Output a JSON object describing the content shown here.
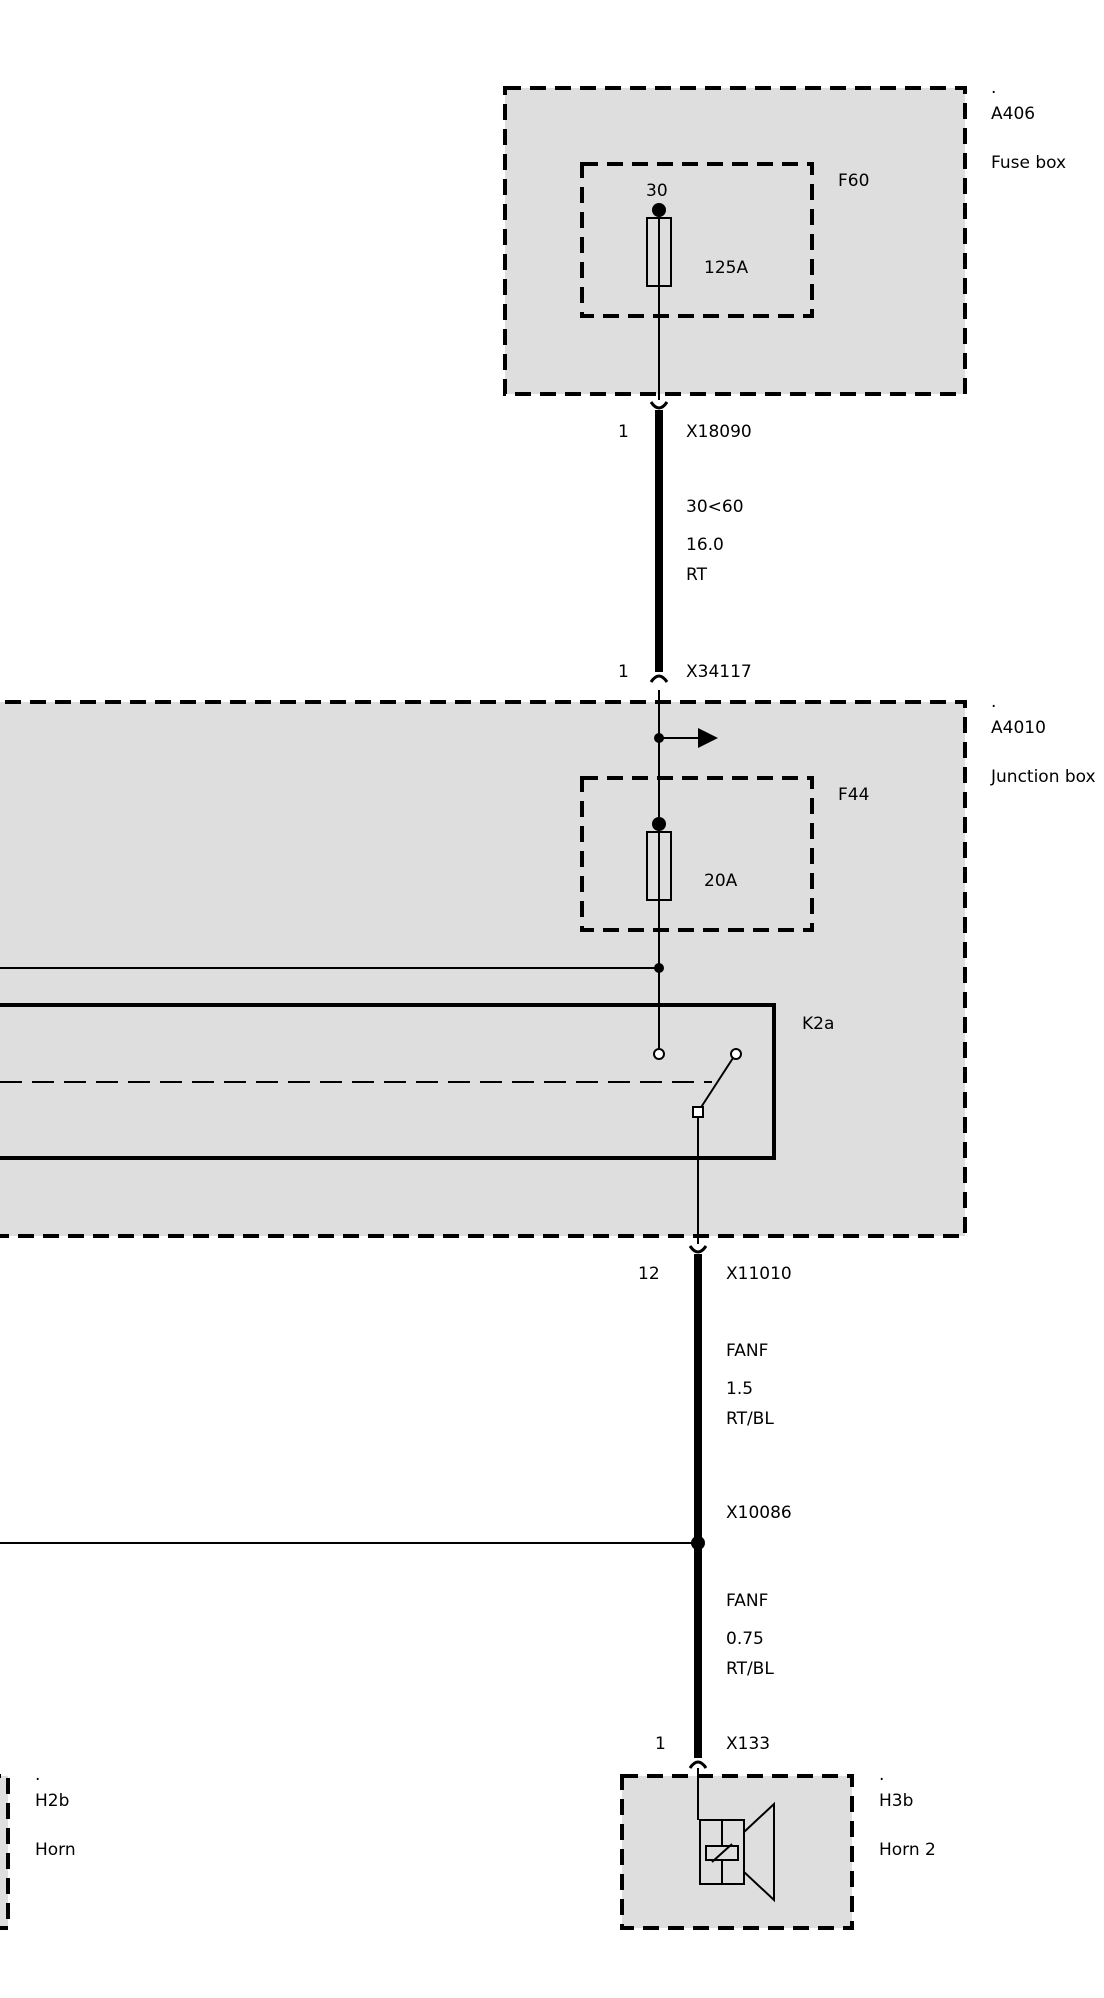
{
  "components": {
    "fuse_box": {
      "dot": ".",
      "id": "A406",
      "name": "Fuse box"
    },
    "fuse_f60": {
      "id": "F60",
      "pin": "30",
      "rating": "125A"
    },
    "junction_box": {
      "dot": ".",
      "id": "A4010",
      "name": "Junction box"
    },
    "fuse_f44": {
      "id": "F44",
      "rating": "20A"
    },
    "relay": {
      "id": "K2a"
    },
    "horn_left": {
      "dot": ".",
      "id": "H2b",
      "name": "Horn"
    },
    "horn_right": {
      "dot": ".",
      "id": "H3b",
      "name": "Horn 2"
    }
  },
  "connectors": {
    "x18090": {
      "pin": "1",
      "id": "X18090"
    },
    "x34117": {
      "pin": "1",
      "id": "X34117"
    },
    "x11010": {
      "pin": "12",
      "id": "X11010"
    },
    "x10086": {
      "id": "X10086"
    },
    "x133": {
      "pin": "1",
      "id": "X133"
    }
  },
  "wires": {
    "w1": {
      "signal": "30<60",
      "cross_section": "16.0",
      "color": "RT"
    },
    "w2": {
      "signal": "FANF",
      "cross_section": "1.5",
      "color": "RT/BL"
    },
    "w3": {
      "signal": "FANF",
      "cross_section": "0.75",
      "color": "RT/BL"
    }
  }
}
